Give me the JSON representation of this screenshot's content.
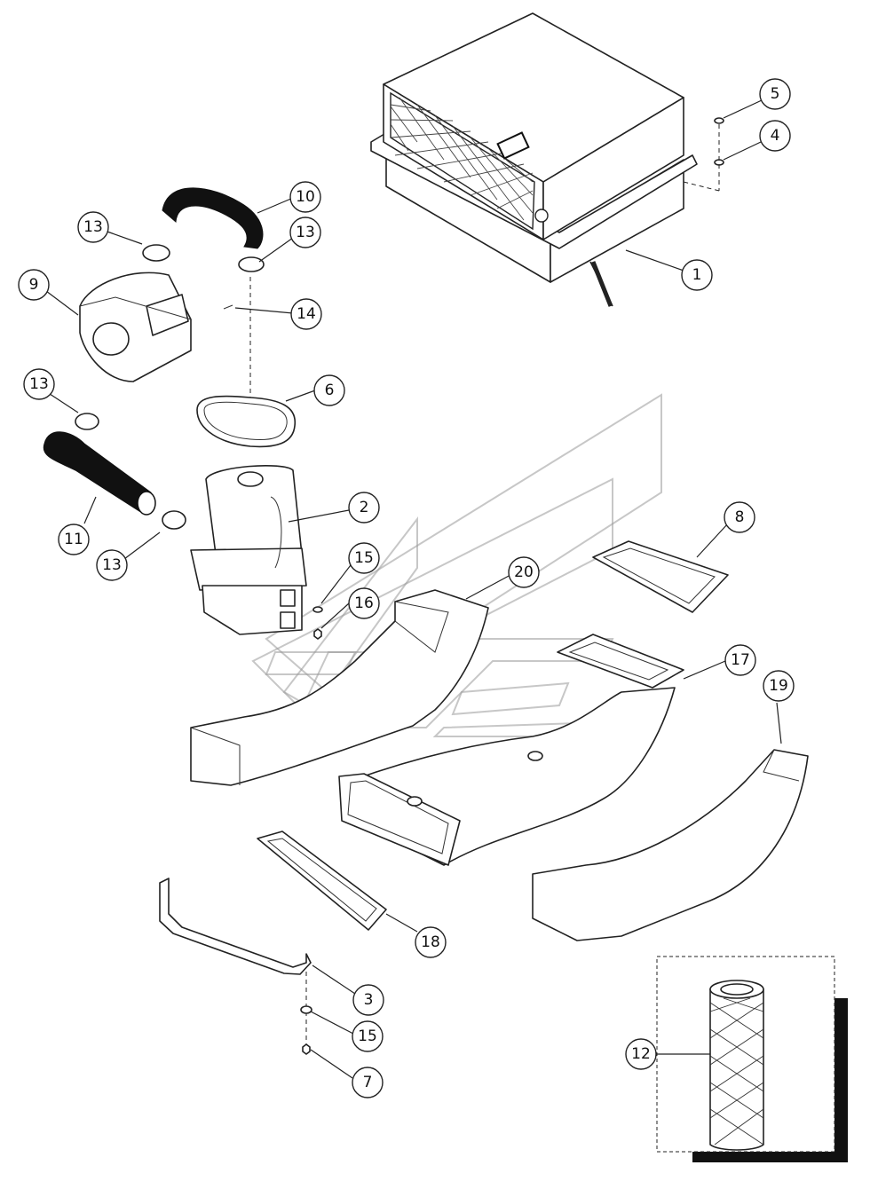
{
  "callouts": [
    {
      "id": "c1",
      "label": "1"
    },
    {
      "id": "c2",
      "label": "2"
    },
    {
      "id": "c3",
      "label": "3"
    },
    {
      "id": "c4",
      "label": "4"
    },
    {
      "id": "c5",
      "label": "5"
    },
    {
      "id": "c6",
      "label": "6"
    },
    {
      "id": "c7",
      "label": "7"
    },
    {
      "id": "c8",
      "label": "8"
    },
    {
      "id": "c9",
      "label": "9"
    },
    {
      "id": "c10",
      "label": "10"
    },
    {
      "id": "c11",
      "label": "11"
    },
    {
      "id": "c12",
      "label": "12"
    },
    {
      "id": "c13a",
      "label": "13"
    },
    {
      "id": "c13b",
      "label": "13"
    },
    {
      "id": "c13c",
      "label": "13"
    },
    {
      "id": "c13d",
      "label": "13"
    },
    {
      "id": "c14",
      "label": "14"
    },
    {
      "id": "c15a",
      "label": "15"
    },
    {
      "id": "c15b",
      "label": "15"
    },
    {
      "id": "c16",
      "label": "16"
    },
    {
      "id": "c17",
      "label": "17"
    },
    {
      "id": "c18",
      "label": "18"
    },
    {
      "id": "c19",
      "label": "19"
    },
    {
      "id": "c20",
      "label": "20"
    }
  ]
}
